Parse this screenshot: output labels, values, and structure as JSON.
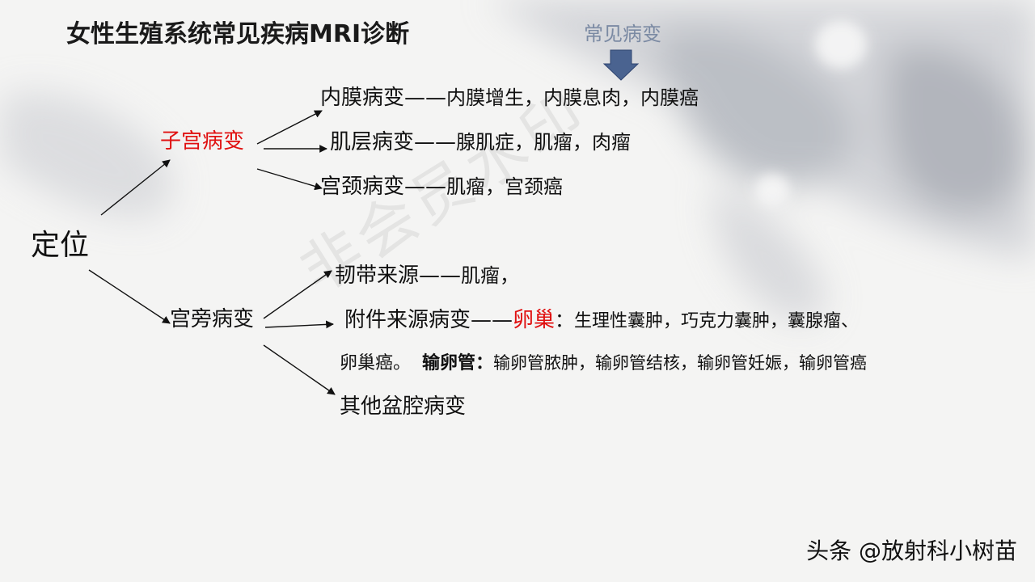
{
  "title": "女性生殖系统常见疾病MRI诊断",
  "annotation": "常见病变",
  "root": "定位",
  "branch_uterus": {
    "label": "子宫病变",
    "items": [
      {
        "lead": "内膜病变——",
        "detail": "内膜增生，内膜息肉，内膜癌"
      },
      {
        "lead": "肌层病变——",
        "detail": "腺肌症，肌瘤，肉瘤"
      },
      {
        "lead": "宫颈病变——",
        "detail": "肌瘤，宫颈癌"
      }
    ]
  },
  "branch_parametrium": {
    "label": "宫旁病变",
    "ligament": {
      "lead": "韧带来源——",
      "detail": "肌瘤，"
    },
    "adnexa": {
      "lead": "附件来源病变——",
      "ovary_label": "卵巢",
      "ovary_colon": "：",
      "ovary_detail": "生理性囊肿，巧克力囊肿，囊腺瘤、",
      "ovary_detail_cont": "卵巢癌。",
      "tube_label": "输卵管：",
      "tube_detail": "输卵管脓肿，输卵管结核，输卵管妊娠，输卵管癌"
    },
    "other": "其他盆腔病变"
  },
  "watermark_text": "非会员水印",
  "footer_watermark": "头条 @放射科小树苗",
  "colors": {
    "accent_red": "#e01010",
    "annotation": "#7b8aa3",
    "arrow_fill": "#4a6390"
  }
}
